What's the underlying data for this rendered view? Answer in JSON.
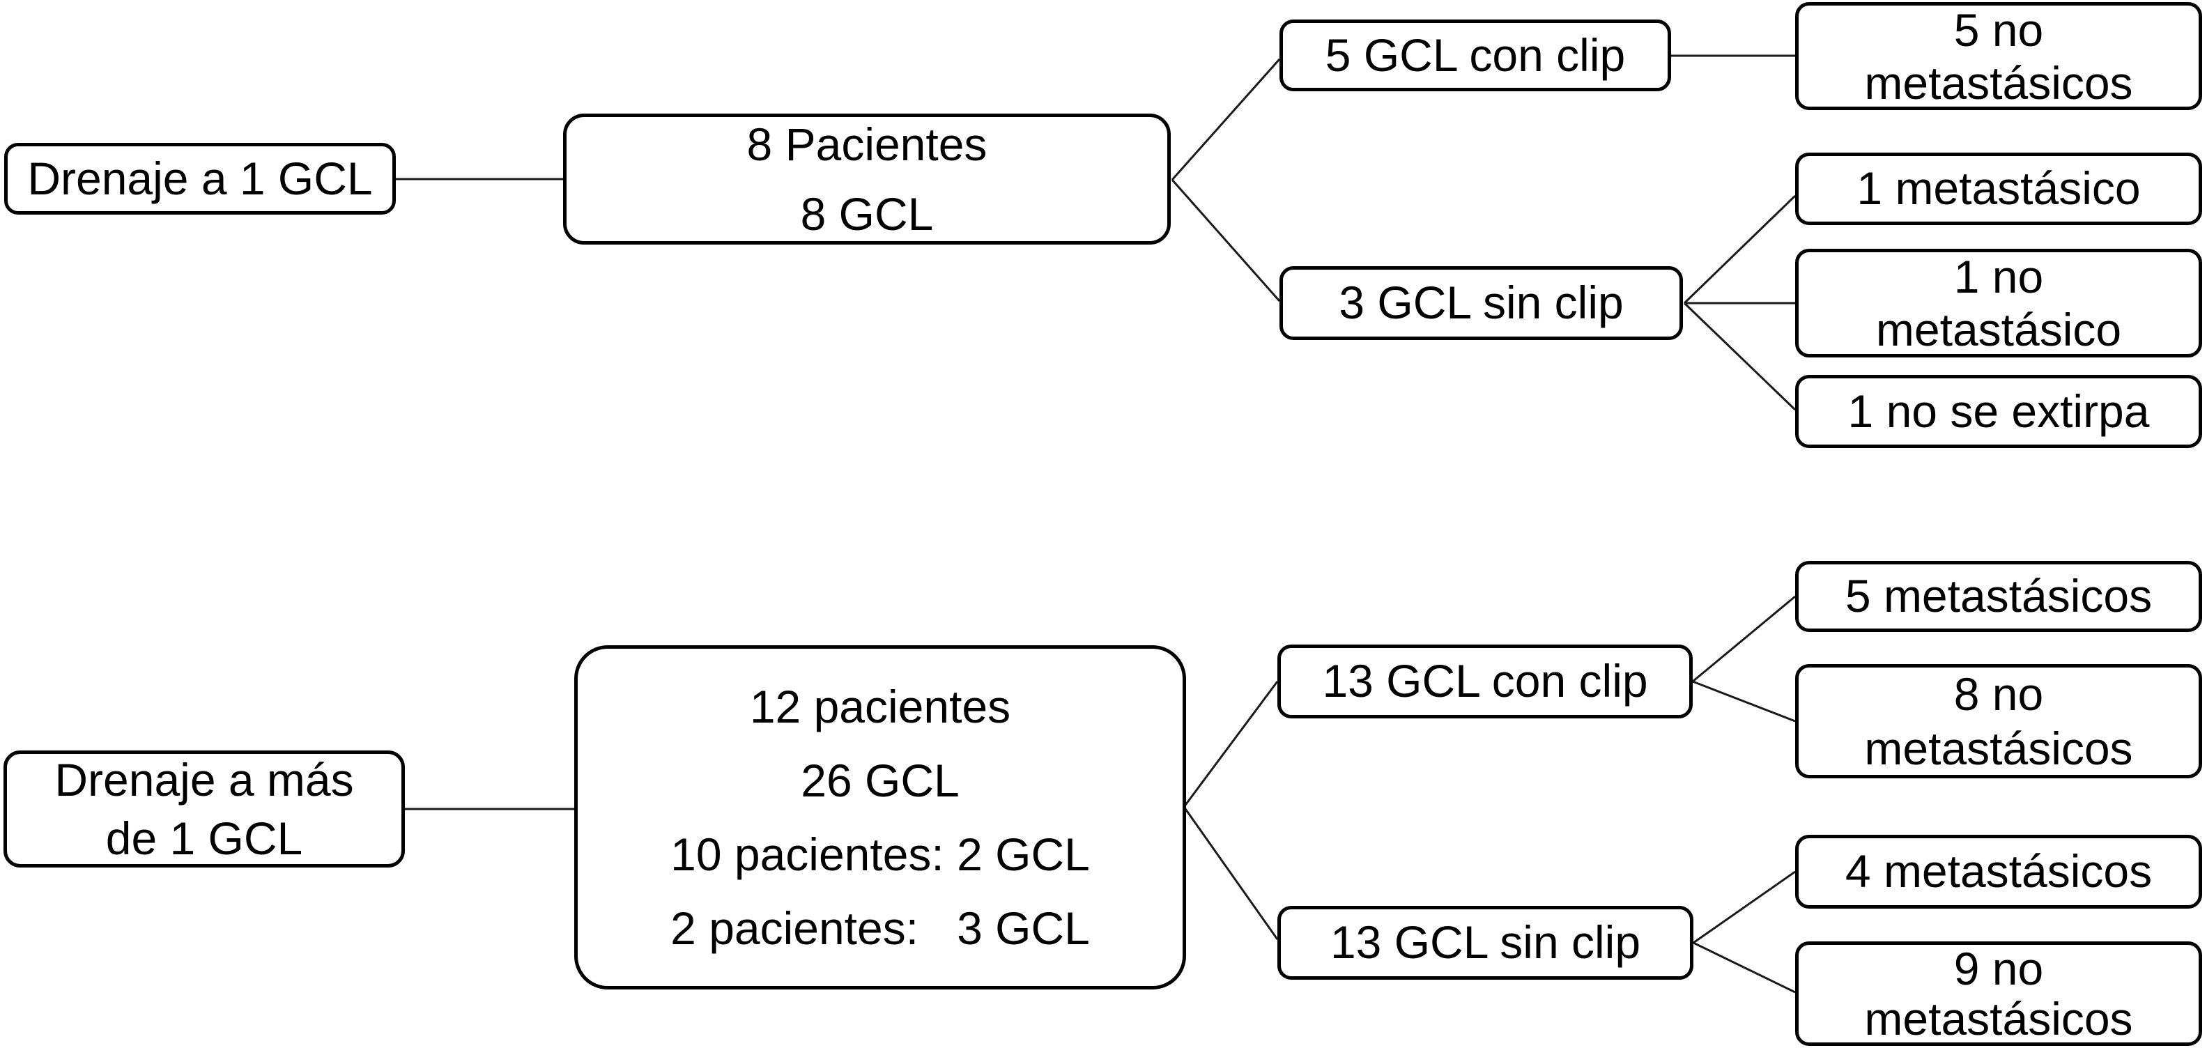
{
  "diagram_type": "flowchart",
  "colors": {
    "background": "#ffffff",
    "box_fill": "#ffffff",
    "box_border": "#000000",
    "text": "#000000",
    "connector": "#1a1a1a"
  },
  "trees": {
    "single": {
      "root": "Drenaje a 1 GCL",
      "summary": "8 Pacientes\n8 GCL",
      "con_clip": "5 GCL con clip",
      "con_clip_outcome": "5 no\nmetastásicos",
      "sin_clip": "3 GCL sin clip",
      "sin_clip_outcome_1": "1 metastásico",
      "sin_clip_outcome_2": "1 no\nmetastásico",
      "sin_clip_outcome_3": "1 no se extirpa"
    },
    "multiple": {
      "root": "Drenaje a más\nde 1 GCL",
      "summary": "12 pacientes\n26 GCL\n10 pacientes: 2 GCL\n2 pacientes:   3 GCL",
      "con_clip": "13 GCL con clip",
      "con_clip_outcome_1": "5 metastásicos",
      "con_clip_outcome_2": "8 no\nmetastásicos",
      "sin_clip": "13 GCL sin clip",
      "sin_clip_outcome_1": "4 metastásicos",
      "sin_clip_outcome_2": "9 no\nmetastásicos"
    }
  }
}
